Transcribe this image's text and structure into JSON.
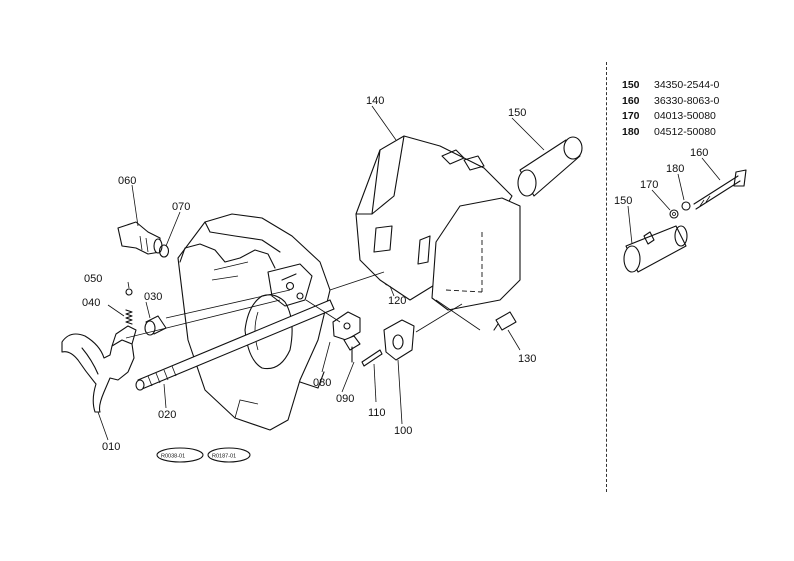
{
  "parts": {
    "p010": "010",
    "p020": "020",
    "p030": "030",
    "p040": "040",
    "p050": "050",
    "p060": "060",
    "p070": "070",
    "p080": "080",
    "p090": "090",
    "p100": "100",
    "p110": "110",
    "p120": "120",
    "p130": "130",
    "p140": "140",
    "p150": "150",
    "p160": "160",
    "p170": "170",
    "p180": "180",
    "p150b": "150"
  },
  "references": {
    "ref1": "R0038-01",
    "ref2": "R0187-01"
  },
  "legend": [
    {
      "no": "150",
      "part_number": "34350-2544-0"
    },
    {
      "no": "160",
      "part_number": "36330-8063-0"
    },
    {
      "no": "170",
      "part_number": "04013-50080"
    },
    {
      "no": "180",
      "part_number": "04512-50080"
    }
  ]
}
